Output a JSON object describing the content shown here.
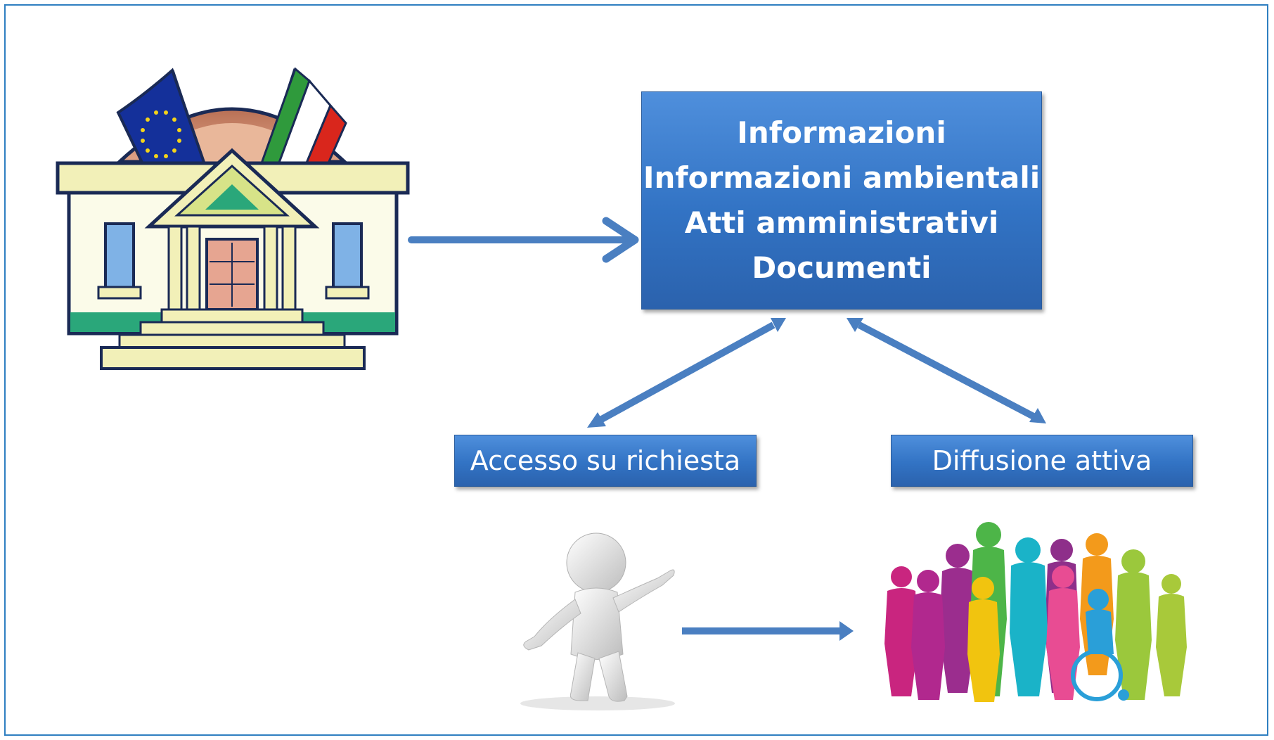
{
  "main_box": {
    "lines": [
      "Informazioni",
      "Informazioni ambientali",
      "Atti amministrativi",
      "Documenti"
    ]
  },
  "boxes": {
    "request": "Accesso su richiesta",
    "active": "Diffusione attiva"
  },
  "icons": {
    "building": "public-building-with-eu-and-italian-flags-icon",
    "person": "3d-person-gesturing-icon",
    "crowd": "colorful-crowd-silhouettes-icon"
  },
  "colors": {
    "box_fill": "#3a7bd0",
    "arrow": "#4a7fc1",
    "frame": "#2f7fc1"
  }
}
